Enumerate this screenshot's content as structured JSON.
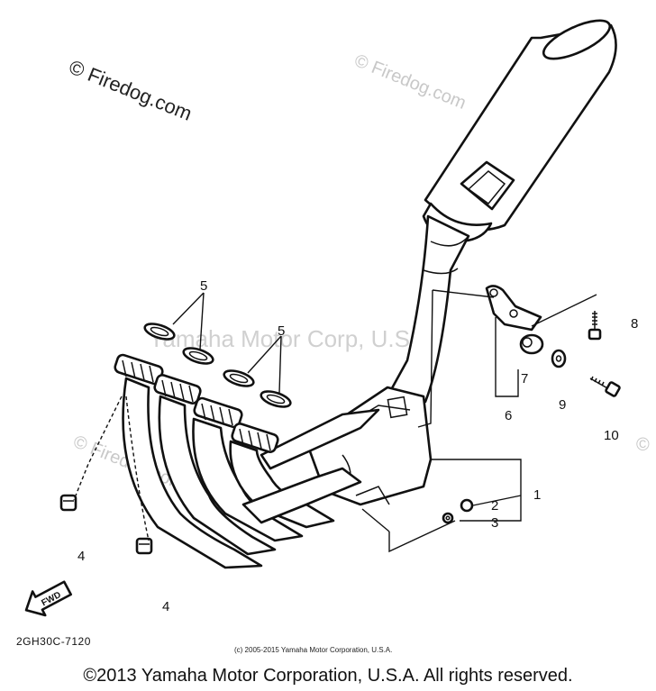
{
  "watermarks": {
    "top_left": "© Firedog.com",
    "top_right": "© Firedog.com",
    "center": "Yamaha Motor Corp, U.S.A.",
    "mid_left": "© Firedog.com",
    "mid_right": "©"
  },
  "callouts": {
    "c1": "1",
    "c2": "2",
    "c3": "3",
    "c4a": "4",
    "c4b": "4",
    "c5a": "5",
    "c5b": "5",
    "c6": "6",
    "c7": "7",
    "c8": "8",
    "c9": "9",
    "c10": "10"
  },
  "fwd_label": "FWD",
  "diagram_code": "2GH30C-7120",
  "small_copyright": "(c) 2005-2015 Yamaha Motor Corporation, U.S.A.",
  "footer_copyright": "©2013 Yamaha Motor Corporation, U.S.A. All rights reserved."
}
